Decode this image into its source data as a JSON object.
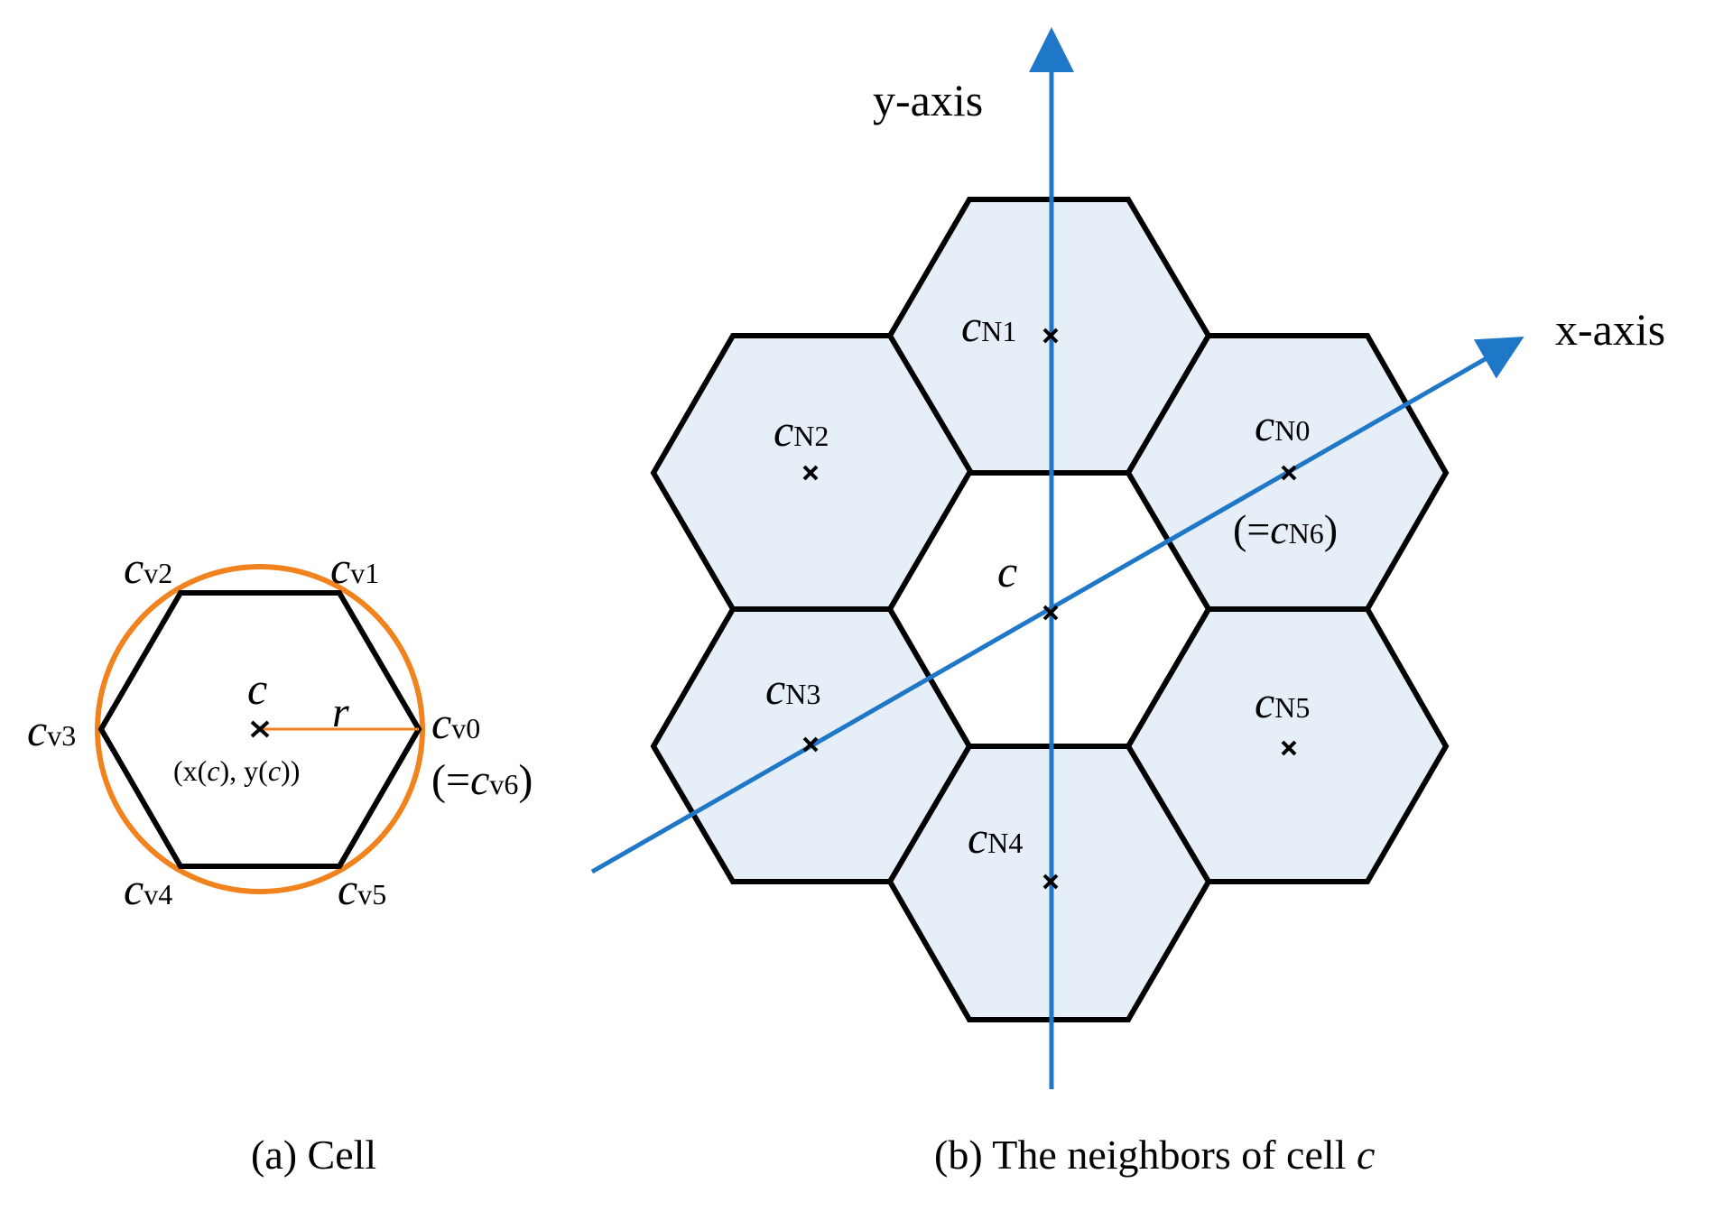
{
  "colors": {
    "hex_stroke": "#000000",
    "neighbor_fill": "#e6eef8",
    "axis_blue": "#1f77c8",
    "circle_orange": "#f0831e"
  },
  "panel_a": {
    "caption": "(a) Cell",
    "center_label": "c",
    "center_coord": {
      "open": "(x(",
      "c1": "c",
      "mid": "), y(",
      "c2": "c",
      "close": "))"
    },
    "radius_label": "r",
    "vertices": [
      {
        "base": "c",
        "sub": "v0"
      },
      {
        "base": "c",
        "sub": "v1"
      },
      {
        "base": "c",
        "sub": "v2"
      },
      {
        "base": "c",
        "sub": "v3"
      },
      {
        "base": "c",
        "sub": "v4"
      },
      {
        "base": "c",
        "sub": "v5"
      }
    ],
    "v6_note": {
      "open": "(=",
      "base": "c",
      "sub": "v6",
      "close": ")"
    }
  },
  "panel_b": {
    "caption": {
      "text": "(b) The neighbors of cell ",
      "var": "c"
    },
    "x_axis_label": "x-axis",
    "y_axis_label": "y-axis",
    "center_label": "c",
    "neighbors": [
      {
        "base": "c",
        "sub": "N0"
      },
      {
        "base": "c",
        "sub": "N1"
      },
      {
        "base": "c",
        "sub": "N2"
      },
      {
        "base": "c",
        "sub": "N3"
      },
      {
        "base": "c",
        "sub": "N4"
      },
      {
        "base": "c",
        "sub": "N5"
      }
    ],
    "n6_note": {
      "open": "(=",
      "base": "c",
      "sub": "N6",
      "close": ")"
    }
  }
}
